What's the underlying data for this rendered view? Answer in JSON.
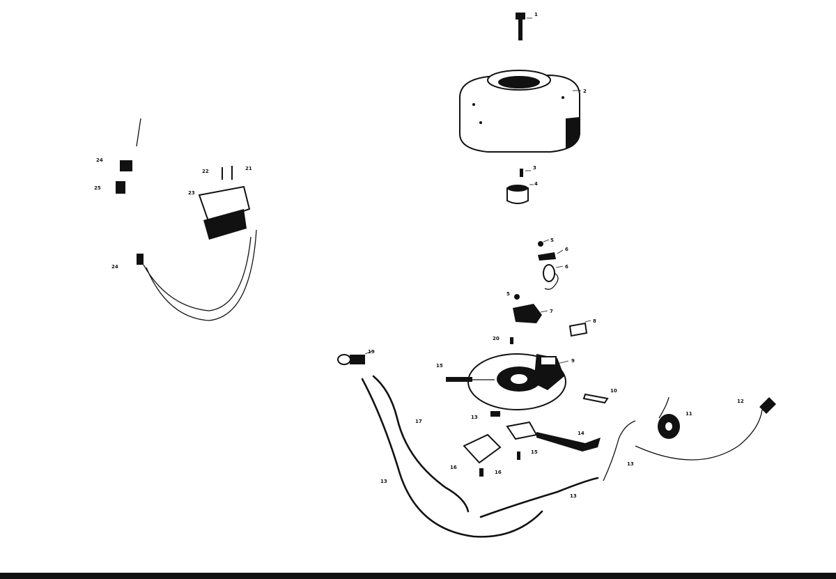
{
  "diagram": {
    "callouts": {
      "c1": "1",
      "c2": "2",
      "c3": "3",
      "c4": "4",
      "c5a": "5",
      "c6a": "6",
      "c6b": "6",
      "c5b": "5",
      "c7": "7",
      "c8": "8",
      "c20": "20",
      "c9": "9",
      "c15": "15",
      "c19": "19",
      "c10": "10",
      "c11": "11",
      "c12": "12",
      "c13a": "13",
      "c13b": "13",
      "c13c": "13",
      "c13d": "13",
      "c14": "14",
      "c15b": "15",
      "c16a": "16",
      "c16b": "16",
      "c17": "17",
      "c21": "21",
      "c22": "22",
      "c23": "23",
      "c24a": "24",
      "c24b": "24",
      "c25": "25"
    }
  }
}
